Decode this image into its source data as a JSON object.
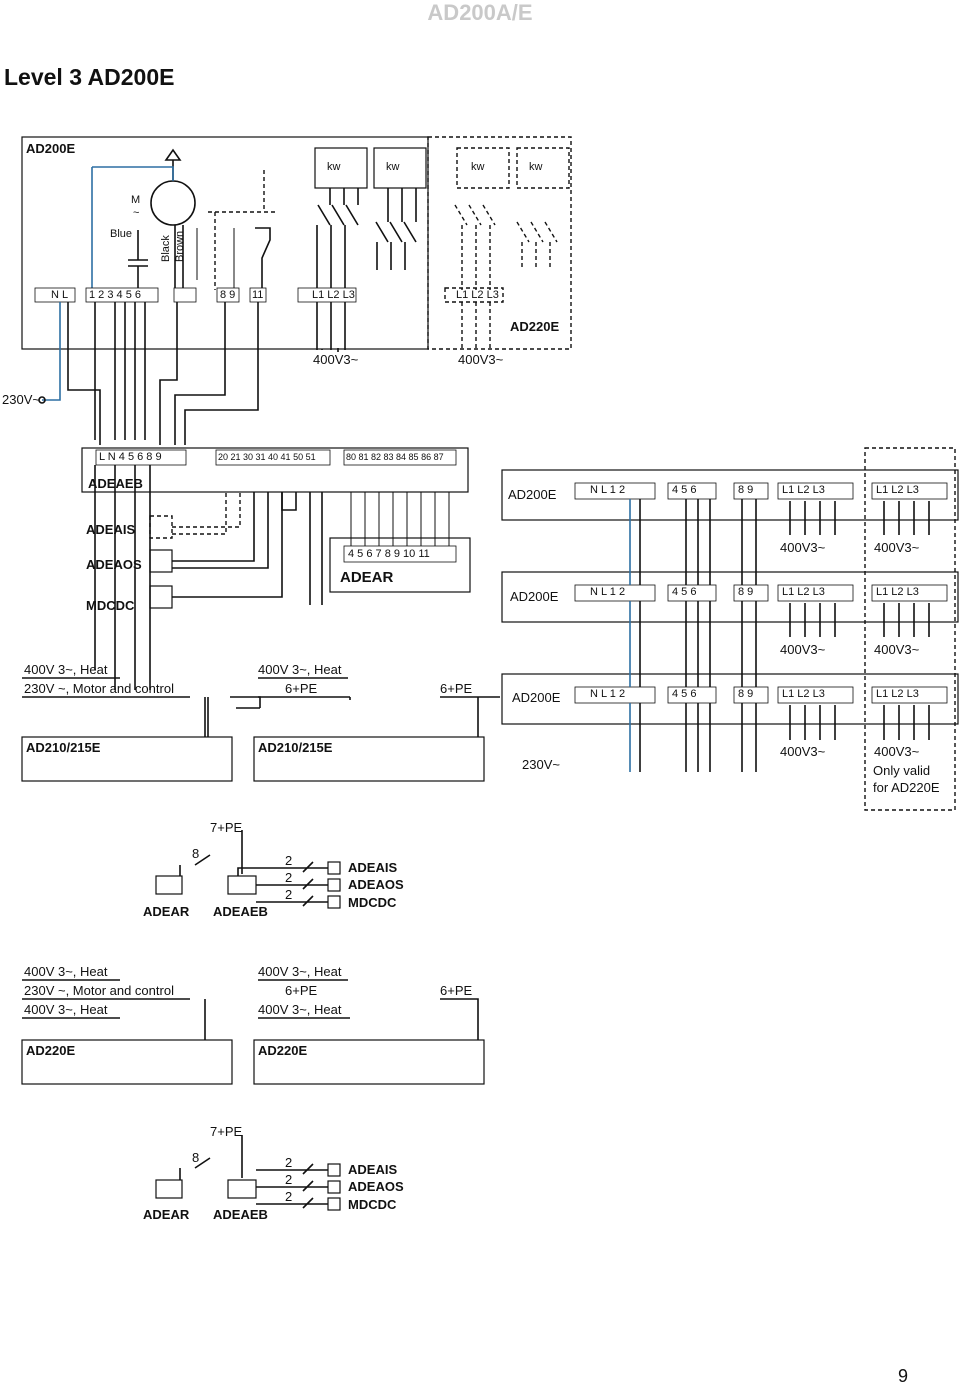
{
  "header": "AD200A/E",
  "title": "Level 3 AD200E",
  "page_number": "9",
  "top_unit": {
    "title": "AD200E",
    "kw": [
      "kw",
      "kw",
      "kw",
      "kw"
    ],
    "motor": "M",
    "tilde": "~",
    "wire_blue": "Blue",
    "wire_black": "Black",
    "wire_brown": "Brown",
    "term_a": "N L",
    "term_b": "1 2 3 4 5 6",
    "term_c": "8 9",
    "term_d": "11",
    "term_e": "L1 L2 L3",
    "term_f": "L1 L2 L3",
    "ad220e": "AD220E",
    "v400a": "400V3~",
    "v400b": "400V3~",
    "v230": "230V~"
  },
  "mid": {
    "strip_a": "L N 4 5 6 8 9",
    "strip_b": "20 21 30 31 40 41 50 51",
    "strip_c": "80 81 82 83 84 85 86 87",
    "adeaeb": "ADEAEB",
    "adeais": "ADEAIS",
    "adeaos": "ADEAOS",
    "mdcdc": "MDCDC",
    "adear_terms": "4 5 6 7 8 9 10 11",
    "adear": "ADEAR"
  },
  "right": {
    "unit": "AD200E",
    "terms1": "N L 1 2",
    "terms2": "4 5 6",
    "terms3": "8 9",
    "terms4": "L1 L2 L3",
    "terms5": "L1 L2 L3",
    "v1": "400V3~",
    "v2": "400V3~",
    "v3": "400V3~",
    "v4": "400V3~",
    "v5": "400V3~",
    "v6": "400V3~",
    "v230": "230V~",
    "only1": "Only valid",
    "only2": "for AD220E"
  },
  "sec1": {
    "heat": "400V 3~, Heat",
    "motor": "230V ~, Motor and control",
    "heat2": "400V 3~, Heat",
    "pe1": "6+PE",
    "pe2": "6+PE",
    "unit1": "AD210/215E",
    "unit2": "AD210/215E"
  },
  "sub1": {
    "pe": "7+PE",
    "n8": "8",
    "n2a": "2",
    "n2b": "2",
    "n2c": "2",
    "adear": "ADEAR",
    "adeaeb": "ADEAEB",
    "adeais": "ADEAIS",
    "adeaos": "ADEAOS",
    "mdcdc": "MDCDC"
  },
  "sec2": {
    "heat": "400V 3~, Heat",
    "motor": "230V ~, Motor and control",
    "heat_b": "400V 3~, Heat",
    "heat2": "400V 3~, Heat",
    "pe1": "6+PE",
    "heat3": "400V 3~, Heat",
    "pe2": "6+PE",
    "unit1": "AD220E",
    "unit2": "AD220E"
  },
  "sub2": {
    "pe": "7+PE",
    "n8": "8",
    "n2a": "2",
    "n2b": "2",
    "n2c": "2",
    "adear": "ADEAR",
    "adeaeb": "ADEAEB",
    "adeais": "ADEAIS",
    "adeaos": "ADEAOS",
    "mdcdc": "MDCDC"
  }
}
